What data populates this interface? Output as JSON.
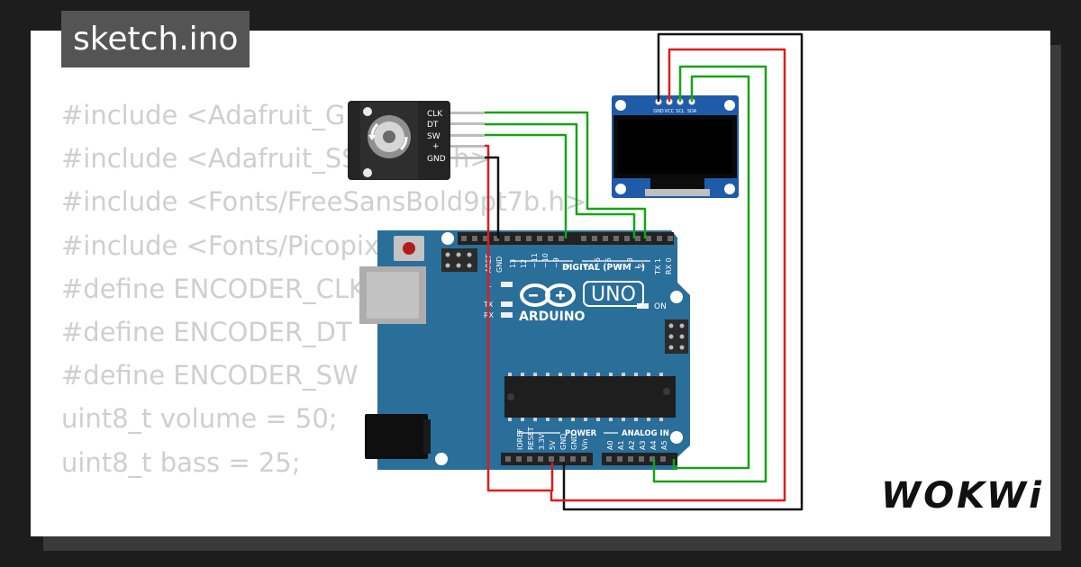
{
  "file_tab": "sketch.ino",
  "code_lines": [
    "#include <Adafruit_GFX.h>",
    "#include <Adafruit_SSD1306.h>",
    "#include <Fonts/FreeSansBold9pt7b.h>",
    "#include <Fonts/Picopixel.h>",
    "",
    "#define ENCODER_CLK  2",
    "#define ENCODER_DT   3",
    "#define ENCODER_SW   4",
    "",
    "uint8_t volume = 50;",
    "uint8_t bass = 25;"
  ],
  "encoder": {
    "pins": [
      "CLK",
      "DT",
      "SW",
      "+",
      "GND"
    ]
  },
  "oled": {
    "pins": [
      "GND",
      "VCC",
      "SCL",
      "SDA"
    ]
  },
  "arduino": {
    "brand": "ARDUINO",
    "model": "UNO",
    "on_label": "ON",
    "l_label": "L",
    "tx_label": "TX",
    "rx_label": "RX",
    "digital_label": "DIGITAL (PWM ~)",
    "power_label": "POWER",
    "analog_label": "ANALOG IN",
    "top_pins": [
      "AREF",
      "GND",
      "13",
      "12",
      "~11",
      "~10",
      "~9",
      "8",
      "7",
      "~6",
      "~5",
      "4",
      "~3",
      "2",
      "TX 1",
      "RX 0"
    ],
    "bottom_pins": [
      "IOREF",
      "RESET",
      "3.3V",
      "5V",
      "GND",
      "GND",
      "Vin",
      "A0",
      "A1",
      "A2",
      "A3",
      "A4",
      "A5"
    ]
  },
  "wire_colors": {
    "ground": "#111111",
    "power": "#e01b1b",
    "signal": "#16a316"
  },
  "logo": "WOKWi"
}
